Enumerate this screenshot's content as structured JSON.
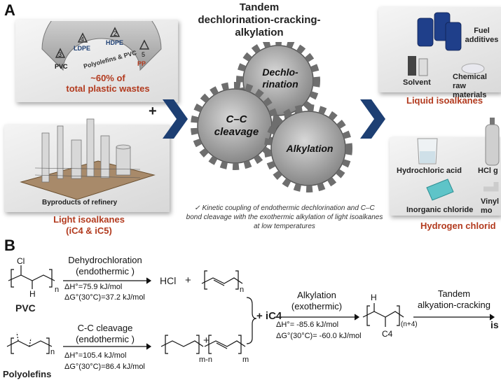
{
  "panel_a": {
    "letter": "A",
    "title_line1": "Tandem",
    "title_line2": "dechlorination-cracking-alkylation",
    "plastics": {
      "codes": [
        "3",
        "4",
        "2",
        "5"
      ],
      "labels": [
        "PVC",
        "LDPE",
        "HDPE",
        "PP"
      ],
      "arc_label": "Polyolefins & PVC",
      "percent_line1": "~60% of",
      "percent_line2": "total plastic wastes"
    },
    "plus": "+",
    "refinery_caption": "Byproducts of refinery",
    "light_isoalkanes_line1": "Light  isoalkanes",
    "light_isoalkanes_line2": "(iC4 & iC5)",
    "gears": {
      "cc": "C–C cleavage",
      "dechlor": "Dechlo-rination",
      "alkyl": "Alkylation"
    },
    "note": "✓ Kinetic coupling of endothermic dechlorination and C–C bond cleavage with the exothermic alkylation of light isoalkanes at low temperatures",
    "liquid": {
      "items": [
        "Fuel additives",
        "Solvent",
        "Chemical raw materials"
      ],
      "title": "Liquid isoalkanes"
    },
    "hcl": {
      "items": [
        "Hydrochloric acid",
        "HCl g",
        "Inorganic chloride",
        "Vinyl mo"
      ],
      "title": "Hydrogen chlorid"
    }
  },
  "panel_b": {
    "letter": "B",
    "pvc_label": "PVC",
    "polyolefins_label": "Polyolefins",
    "cl": "Cl",
    "h": "H",
    "n": "n",
    "dehydro_line1": "Dehydrochloration",
    "dehydro_line2": "(endothermic )",
    "dehydro_dh": "ΔH°=75.9 kJ/mol",
    "dehydro_dg": "ΔG°(30°C)=37.2 kJ/mol",
    "hcl": "HCl",
    "plus": "+",
    "cc_line1": "C-C cleavage",
    "cc_line2": "(endothermic )",
    "cc_dh": "ΔH°=105.4 kJ/mol",
    "cc_dg": "ΔG°(30°C)=86.4 kJ/mol",
    "m_minus_n": "m-n",
    "m": "m",
    "plus_ic4": "+ iC4",
    "alk_line1": "Alkylation",
    "alk_line2": "(exothermic)",
    "alk_dh": "ΔH°= -85.6 kJ/mol",
    "alk_dg": "ΔG°(30°C)= -60.0 kJ/mol",
    "product_h": "H",
    "product_c4": "C4",
    "product_sub": "(n+4)",
    "tandem_line1": "Tandem",
    "tandem_line2": "alkyation-cracking",
    "final": "is"
  },
  "colors": {
    "accent_red": "#b23a1e",
    "arrow_blue": "#1d3f73",
    "gear_gray": "#8a8a8a"
  }
}
